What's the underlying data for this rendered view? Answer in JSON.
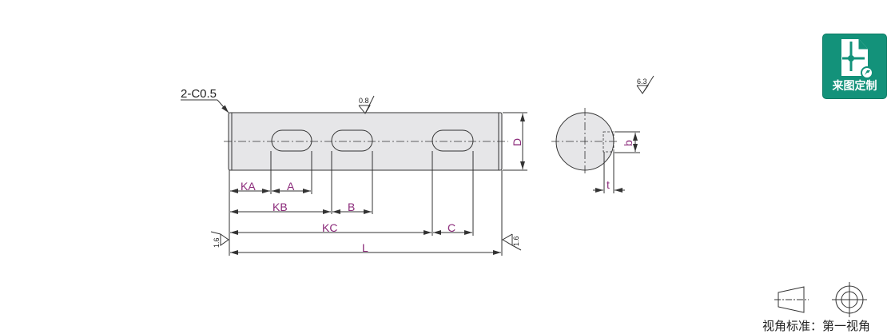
{
  "drawing": {
    "chamfer_note": "2-C0.5",
    "roughness_top": "0.8",
    "roughness_ends_left": "1.6",
    "roughness_ends_right": "1.6",
    "roughness_general": "6.3",
    "dims": {
      "KA": "KA",
      "A": "A",
      "KB": "KB",
      "B": "B",
      "KC": "KC",
      "C": "C",
      "L": "L",
      "D": "D",
      "b": "b",
      "t": "t"
    }
  },
  "custom_button": {
    "label": "来图定制"
  },
  "projection": {
    "label": "视角标准：第一视角"
  },
  "colors": {
    "dimension": "#8b2a7a",
    "brand": "#13927a",
    "part_fill": "#e6e6e8"
  }
}
